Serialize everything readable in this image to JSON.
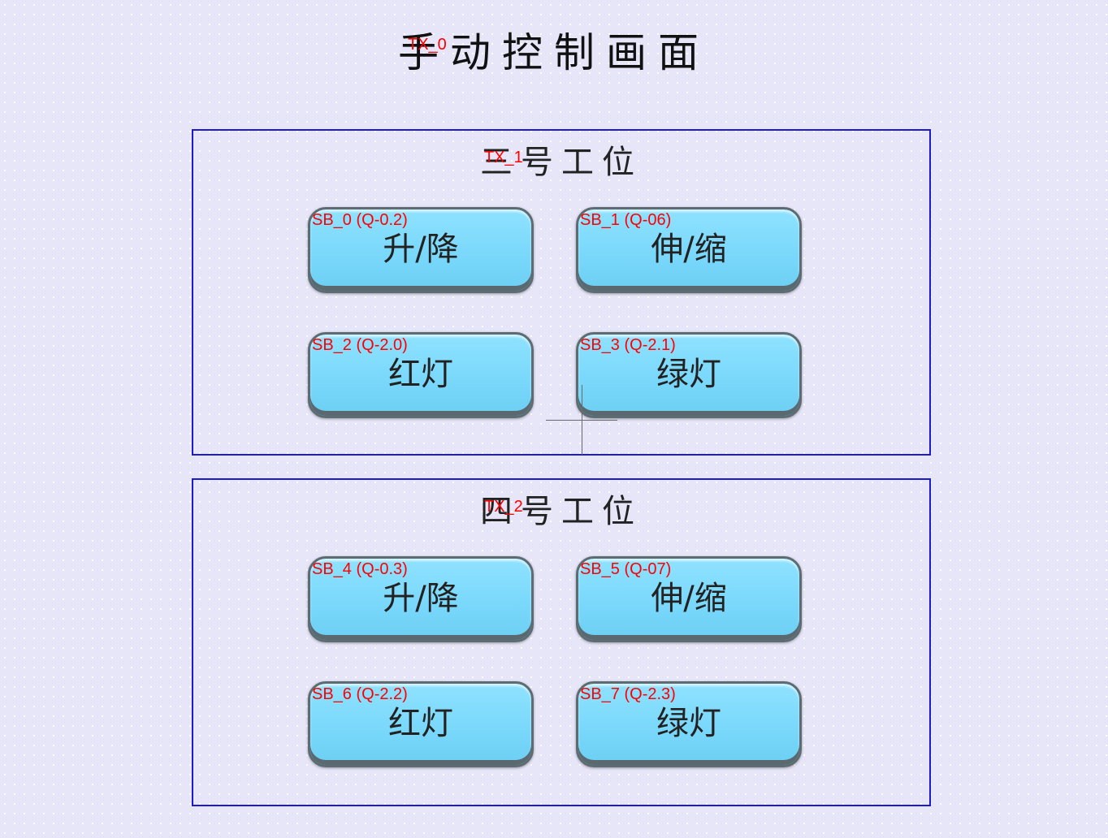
{
  "page": {
    "title": "手动控制画面",
    "title_tag": "TX_0"
  },
  "stations": [
    {
      "title": "三号工位",
      "tag": "TX_1",
      "buttons": [
        {
          "tag": "SB_0 (Q-0.2)",
          "label": "升/降"
        },
        {
          "tag": "SB_1 (Q-06)",
          "label": "伸/缩"
        },
        {
          "tag": "SB_2 (Q-2.0)",
          "label": "红灯"
        },
        {
          "tag": "SB_3 (Q-2.1)",
          "label": "绿灯"
        }
      ]
    },
    {
      "title": "四号工位",
      "tag": "TX_2",
      "buttons": [
        {
          "tag": "SB_4 (Q-0.3)",
          "label": "升/降"
        },
        {
          "tag": "SB_5 (Q-07)",
          "label": "伸/缩"
        },
        {
          "tag": "SB_6 (Q-2.2)",
          "label": "红灯"
        },
        {
          "tag": "SB_7 (Q-2.3)",
          "label": "绿灯"
        }
      ]
    }
  ],
  "colors": {
    "background": "#e6e6f8",
    "frame_border": "#1c1ccc",
    "button_fill": "#7ad8fb",
    "tag_text": "#ff0000"
  }
}
